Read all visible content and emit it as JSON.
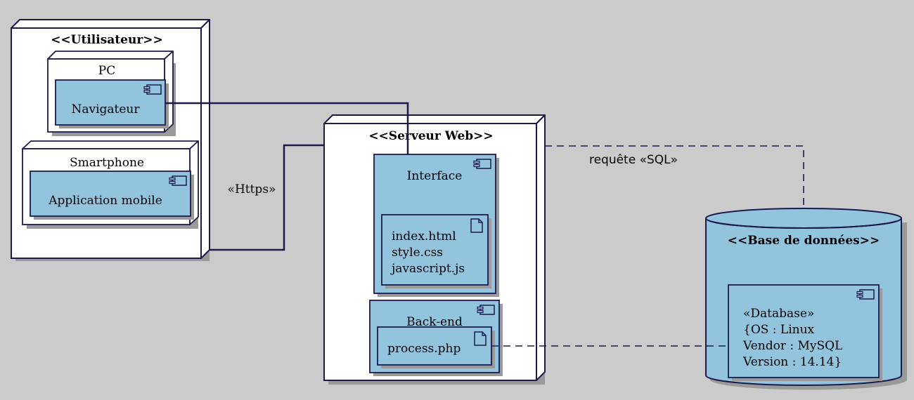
{
  "colors": {
    "background": "#cbcbcb",
    "node_fill": "#ffffff",
    "component_fill": "#93c4de",
    "stroke": "#1c1a4d",
    "shadow": "#9a9a9a"
  },
  "nodes": {
    "user": {
      "title": "<<Utilisateur>>"
    },
    "pc": {
      "title": "PC"
    },
    "smartphone": {
      "title": "Smartphone"
    },
    "server": {
      "title": "<<Serveur Web>>"
    },
    "database": {
      "title": "<<Base de données>>"
    }
  },
  "components": {
    "browser": {
      "label": "Navigateur",
      "icon": "component-icon"
    },
    "mobile_app": {
      "label": "Application mobile",
      "icon": "component-icon"
    },
    "interface": {
      "label": "Interface",
      "icon": "component-icon"
    },
    "backend": {
      "label": "Back-end",
      "icon": "component-icon"
    },
    "db_component": {
      "icon": "component-icon",
      "lines": [
        "«Database»",
        "{OS : Linux",
        "Vendor : MySQL",
        "Version : 14.14}"
      ]
    }
  },
  "artifacts": {
    "frontend_files": {
      "icon": "document-icon",
      "lines": [
        "index.html",
        "style.css",
        "javascript.js"
      ]
    },
    "process": {
      "icon": "document-icon",
      "label": "process.php"
    }
  },
  "connections": {
    "https": {
      "label": "«Https»"
    },
    "sql": {
      "label": "requête «SQL»"
    }
  }
}
